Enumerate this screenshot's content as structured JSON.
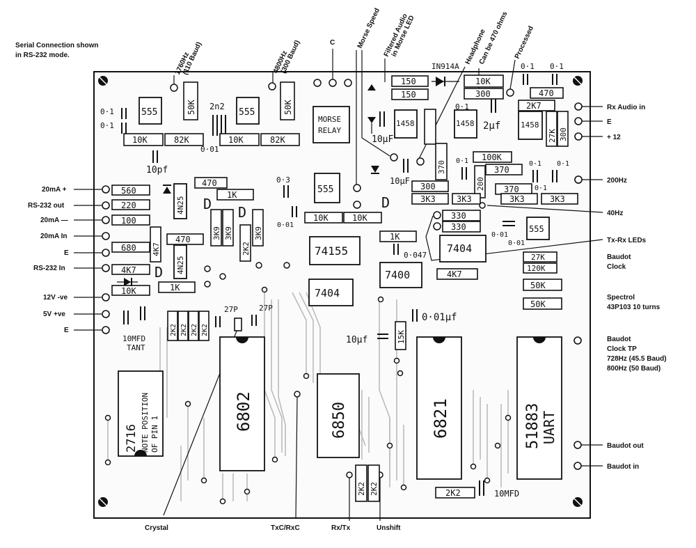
{
  "header_note": [
    "Serial Connection shown",
    "in RS-232 mode."
  ],
  "top_labels": {
    "baud_1760": [
      "1760Hz",
      "(110 Baud)"
    ],
    "baud_4800": [
      "4800Hz",
      "(300 Baud)"
    ],
    "c": "C",
    "morse_speed": "Morse Speed",
    "filtered_audio": [
      "Filtered Audio",
      "in Morse LED"
    ],
    "headphone": "Headphone",
    "can_be_470": "Can be 470 ohms",
    "processed": "Processed",
    "in914a": "IN914A"
  },
  "left_labels": [
    "20mA +",
    "RS-232 out",
    "20mA —",
    "20mA In",
    "E",
    "RS-232 In",
    "12V -ve",
    "5V +ve",
    "E"
  ],
  "right_labels": {
    "rx_audio_in": "Rx Audio in",
    "e": "E",
    "plus12": "+ 12",
    "hz200": "200Hz",
    "hz40": "40Hz",
    "tx_rx_leds": "Tx-Rx LEDs",
    "baudot_clock": [
      "Baudot",
      "Clock"
    ],
    "spectrol": [
      "Spectrol",
      "43P103 10 turns"
    ],
    "baudot_clock_tp": [
      "Baudot",
      "Clock TP",
      "728Hz (45.5 Baud)",
      "800Hz (50 Baud)"
    ],
    "baudot_out": "Baudot out",
    "baudot_in": "Baudot in"
  },
  "bottom_labels": {
    "crystal": "Crystal",
    "txc_rxc": "TxC/RxC",
    "rx_tx": "Rx/Tx",
    "unshift": "Unshift"
  },
  "ics": {
    "u555_a": "555",
    "u555_b": "555",
    "morse_relay": [
      "MORSE",
      "RELAY"
    ],
    "u1458_a": "1458",
    "u1458_b": "1458",
    "u1458_c": "1458",
    "u555_c": "555",
    "u74155": "74155",
    "u7404_a": "7404",
    "u7400": "7400",
    "u7404_b": "7404",
    "u555_d": "555",
    "u2716": "2716",
    "u2716_note": [
      "NOTE POSITION",
      "OF PIN 1"
    ],
    "u6802": "6802",
    "u6850": "6850",
    "u6821": "6821",
    "u51883": [
      "51883",
      "UART"
    ]
  },
  "parts": {
    "c01a": "0·1",
    "c01b": "0·1",
    "r10k_a": "10K",
    "r82k_a": "82K",
    "pot50k_a": "50K",
    "c2n2": "2n2",
    "c001_a": "0·01",
    "r10k_b": "10K",
    "r82k_b": "82K",
    "pot50k_b": "50K",
    "c10pf_a": "10pf",
    "r150_a": "150",
    "r150_b": "150",
    "r10k_c": "10K",
    "r300_a": "300",
    "c01_c": "0·1",
    "c01_d": "0·1",
    "r470_a": "470",
    "r2k7_a": "2K7",
    "c01_e": "0·1",
    "c2uf": "2µf",
    "c10uf_a": "10µF",
    "r27k_a": "27K",
    "r300_b": "300",
    "r100k": "100K",
    "r370_a": "370",
    "c10uf_b": "10µF",
    "r370_b": "370",
    "c01_f": "0·1",
    "c01_g": "0·1",
    "c01_h": "0·1",
    "c01_i": "0·1",
    "r300_c": "300",
    "r3k3_a": "3K3",
    "r3k3_b": "3K3",
    "r370_c": "370",
    "r200": "200",
    "r3k3_c": "3K3",
    "r3k3_d": "3K3",
    "r330_a": "330",
    "r330_b": "330",
    "c001_b": "0·01",
    "c001_c": "0·01",
    "r560": "560",
    "r220": "220",
    "r100": "100",
    "r680": "680",
    "r4k7_a": "4K7",
    "r10k_d": "10K",
    "r470_b": "470",
    "r1k_a": "1K",
    "c03": "0·3",
    "c001_d": "0·01",
    "r10k_e": "10K",
    "r10k_f": "10K",
    "r3k9_a": "3K9",
    "r3k9_b": "3K9",
    "r3k9_c": "3K9",
    "r2k2_a": "2K2",
    "r470_c": "470",
    "r4k7_b": "4K7",
    "r1k_b": "1K",
    "r1k_c": "1K",
    "c0047": "0·047",
    "r4k7_c": "4K7",
    "r4n25_a": "4N25",
    "r4n25_b": "4N25",
    "r27k_b": "27K",
    "r120k": "120K",
    "pot50k_c": "50K",
    "pot50k_d": "50K",
    "c27p_a": "27P",
    "c27p_b": "27P",
    "rn2k2": [
      "2K2",
      "2K2",
      "2K2",
      "2K2"
    ],
    "c10mfd": [
      "10MFD",
      "TANT"
    ],
    "c10pf_b": "10µf",
    "c001uf": "0·01µf",
    "r15k": "15K",
    "r2k2_b": "2K2",
    "r2k2_c": "2K2",
    "r2k2_d": "2K2",
    "c10mfd_b": "10MFD"
  },
  "diode_marks": [
    "D",
    "D",
    "D",
    "D"
  ]
}
